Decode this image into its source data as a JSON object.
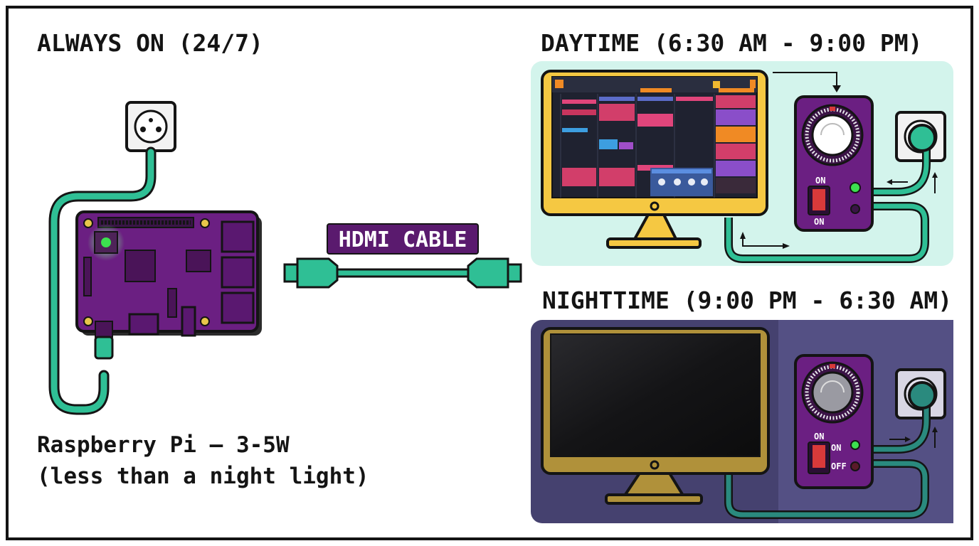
{
  "sections": {
    "always_on": "ALWAYS ON (24/7)",
    "daytime": "DAYTIME (6:30 AM - 9:00 PM)",
    "nighttime": "NIGHTTIME (9:00 PM - 6:30 AM)"
  },
  "cable": {
    "label": "HDMI CABLE"
  },
  "pi": {
    "caption_line1": "Raspberry Pi — 3-5W",
    "caption_line2": "(less than a night light)"
  },
  "timer_day": {
    "switch_on_label": "ON",
    "switch_bottom_label": "ON"
  },
  "timer_night": {
    "top_label": "ON",
    "on_label": "ON",
    "off_label": "OFF"
  },
  "colors": {
    "outline": "#141414",
    "cable_teal": "#2fbf95",
    "board_purple": "#6b1f82",
    "monitor_yellow": "#f5c842",
    "monitor_night": "#b0913a",
    "day_panel": "#d3f4ec",
    "night_panel": "#45416f",
    "led_green": "#3ce04f",
    "switch_red": "#d83a3a",
    "label_bg": "#5a1a6e"
  }
}
